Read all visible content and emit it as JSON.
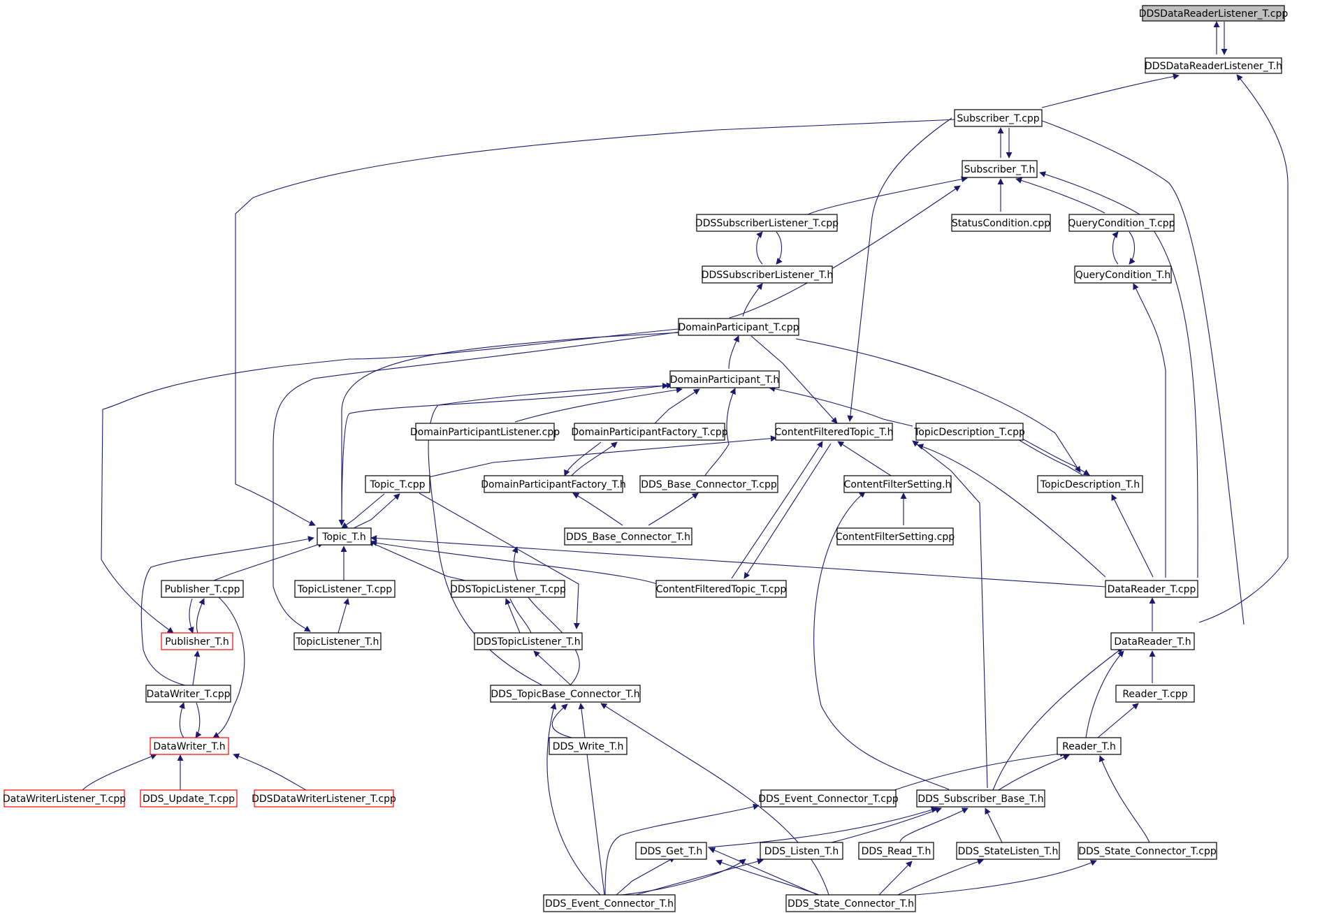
{
  "colors": {
    "edge": "#191970",
    "node_border": "#000000",
    "node_fill": "#ffffff",
    "root_fill": "#bfbfbf",
    "truncated_border": "#ff0000"
  },
  "graph": {
    "nodes": [
      {
        "id": "n_ddsdrl_cpp",
        "label": "DDSDataReaderListener_T.cpp",
        "style": "root"
      },
      {
        "id": "n_ddsdrl_h",
        "label": "DDSDataReaderListener_T.h",
        "style": "normal"
      },
      {
        "id": "n_sub_cpp",
        "label": "Subscriber_T.cpp",
        "style": "normal"
      },
      {
        "id": "n_sub_h",
        "label": "Subscriber_T.h",
        "style": "normal"
      },
      {
        "id": "n_ddssubl_cpp",
        "label": "DDSSubscriberListener_T.cpp",
        "style": "normal"
      },
      {
        "id": "n_statuscond_cpp",
        "label": "StatusCondition.cpp",
        "style": "normal"
      },
      {
        "id": "n_querycond_cpp",
        "label": "QueryCondition_T.cpp",
        "style": "normal"
      },
      {
        "id": "n_ddssubl_h",
        "label": "DDSSubscriberListener_T.h",
        "style": "normal"
      },
      {
        "id": "n_querycond_h",
        "label": "QueryCondition_T.h",
        "style": "normal"
      },
      {
        "id": "n_dp_cpp",
        "label": "DomainParticipant_T.cpp",
        "style": "normal"
      },
      {
        "id": "n_dp_h",
        "label": "DomainParticipant_T.h",
        "style": "normal"
      },
      {
        "id": "n_dpl_cpp",
        "label": "DomainParticipantListener.cpp",
        "style": "normal"
      },
      {
        "id": "n_dpf_cpp",
        "label": "DomainParticipantFactory_T.cpp",
        "style": "normal"
      },
      {
        "id": "n_cft_h",
        "label": "ContentFilteredTopic_T.h",
        "style": "normal"
      },
      {
        "id": "n_topicdesc_cpp",
        "label": "TopicDescription_T.cpp",
        "style": "normal"
      },
      {
        "id": "n_topic_cpp",
        "label": "Topic_T.cpp",
        "style": "normal"
      },
      {
        "id": "n_dpf_h",
        "label": "DomainParticipantFactory_T.h",
        "style": "normal"
      },
      {
        "id": "n_ddsbc_cpp",
        "label": "DDS_Base_Connector_T.cpp",
        "style": "normal"
      },
      {
        "id": "n_cfs_h",
        "label": "ContentFilterSetting.h",
        "style": "normal"
      },
      {
        "id": "n_topicdesc_h",
        "label": "TopicDescription_T.h",
        "style": "normal"
      },
      {
        "id": "n_topic_h",
        "label": "Topic_T.h",
        "style": "normal"
      },
      {
        "id": "n_ddsbc_h",
        "label": "DDS_Base_Connector_T.h",
        "style": "normal"
      },
      {
        "id": "n_cfs_cpp",
        "label": "ContentFilterSetting.cpp",
        "style": "normal"
      },
      {
        "id": "n_pub_cpp",
        "label": "Publisher_T.cpp",
        "style": "normal"
      },
      {
        "id": "n_topicl_cpp",
        "label": "TopicListener_T.cpp",
        "style": "normal"
      },
      {
        "id": "n_ddstopl_cpp",
        "label": "DDSTopicListener_T.cpp",
        "style": "normal"
      },
      {
        "id": "n_cft_cpp",
        "label": "ContentFilteredTopic_T.cpp",
        "style": "normal"
      },
      {
        "id": "n_dr_cpp",
        "label": "DataReader_T.cpp",
        "style": "normal"
      },
      {
        "id": "n_pub_h",
        "label": "Publisher_T.h",
        "style": "truncated"
      },
      {
        "id": "n_topicl_h",
        "label": "TopicListener_T.h",
        "style": "normal"
      },
      {
        "id": "n_ddstopl_h",
        "label": "DDSTopicListener_T.h",
        "style": "normal"
      },
      {
        "id": "n_dr_h",
        "label": "DataReader_T.h",
        "style": "normal"
      },
      {
        "id": "n_dw_cpp",
        "label": "DataWriter_T.cpp",
        "style": "normal"
      },
      {
        "id": "n_ddstbc_h",
        "label": "DDS_TopicBase_Connector_T.h",
        "style": "normal"
      },
      {
        "id": "n_reader_cpp",
        "label": "Reader_T.cpp",
        "style": "normal"
      },
      {
        "id": "n_dw_h",
        "label": "DataWriter_T.h",
        "style": "truncated"
      },
      {
        "id": "n_ddswrite_h",
        "label": "DDS_Write_T.h",
        "style": "normal"
      },
      {
        "id": "n_reader_h",
        "label": "Reader_T.h",
        "style": "normal"
      },
      {
        "id": "n_dwl_cpp",
        "label": "DataWriterListener_T.cpp",
        "style": "truncated"
      },
      {
        "id": "n_ddsupdate_cpp",
        "label": "DDS_Update_T.cpp",
        "style": "truncated"
      },
      {
        "id": "n_ddsdwl_cpp",
        "label": "DDSDataWriterListener_T.cpp",
        "style": "truncated"
      },
      {
        "id": "n_ddsec_cpp",
        "label": "DDS_Event_Connector_T.cpp",
        "style": "normal"
      },
      {
        "id": "n_ddssb_h",
        "label": "DDS_Subscriber_Base_T.h",
        "style": "normal"
      },
      {
        "id": "n_ddsget_h",
        "label": "DDS_Get_T.h",
        "style": "normal"
      },
      {
        "id": "n_ddslisten_h",
        "label": "DDS_Listen_T.h",
        "style": "normal"
      },
      {
        "id": "n_ddsread_h",
        "label": "DDS_Read_T.h",
        "style": "normal"
      },
      {
        "id": "n_ddsstatel_h",
        "label": "DDS_StateListen_T.h",
        "style": "normal"
      },
      {
        "id": "n_ddssc_cpp",
        "label": "DDS_State_Connector_T.cpp",
        "style": "normal"
      },
      {
        "id": "n_ddsec_h",
        "label": "DDS_Event_Connector_T.h",
        "style": "normal"
      },
      {
        "id": "n_ddssc_h",
        "label": "DDS_State_Connector_T.h",
        "style": "normal"
      }
    ]
  }
}
